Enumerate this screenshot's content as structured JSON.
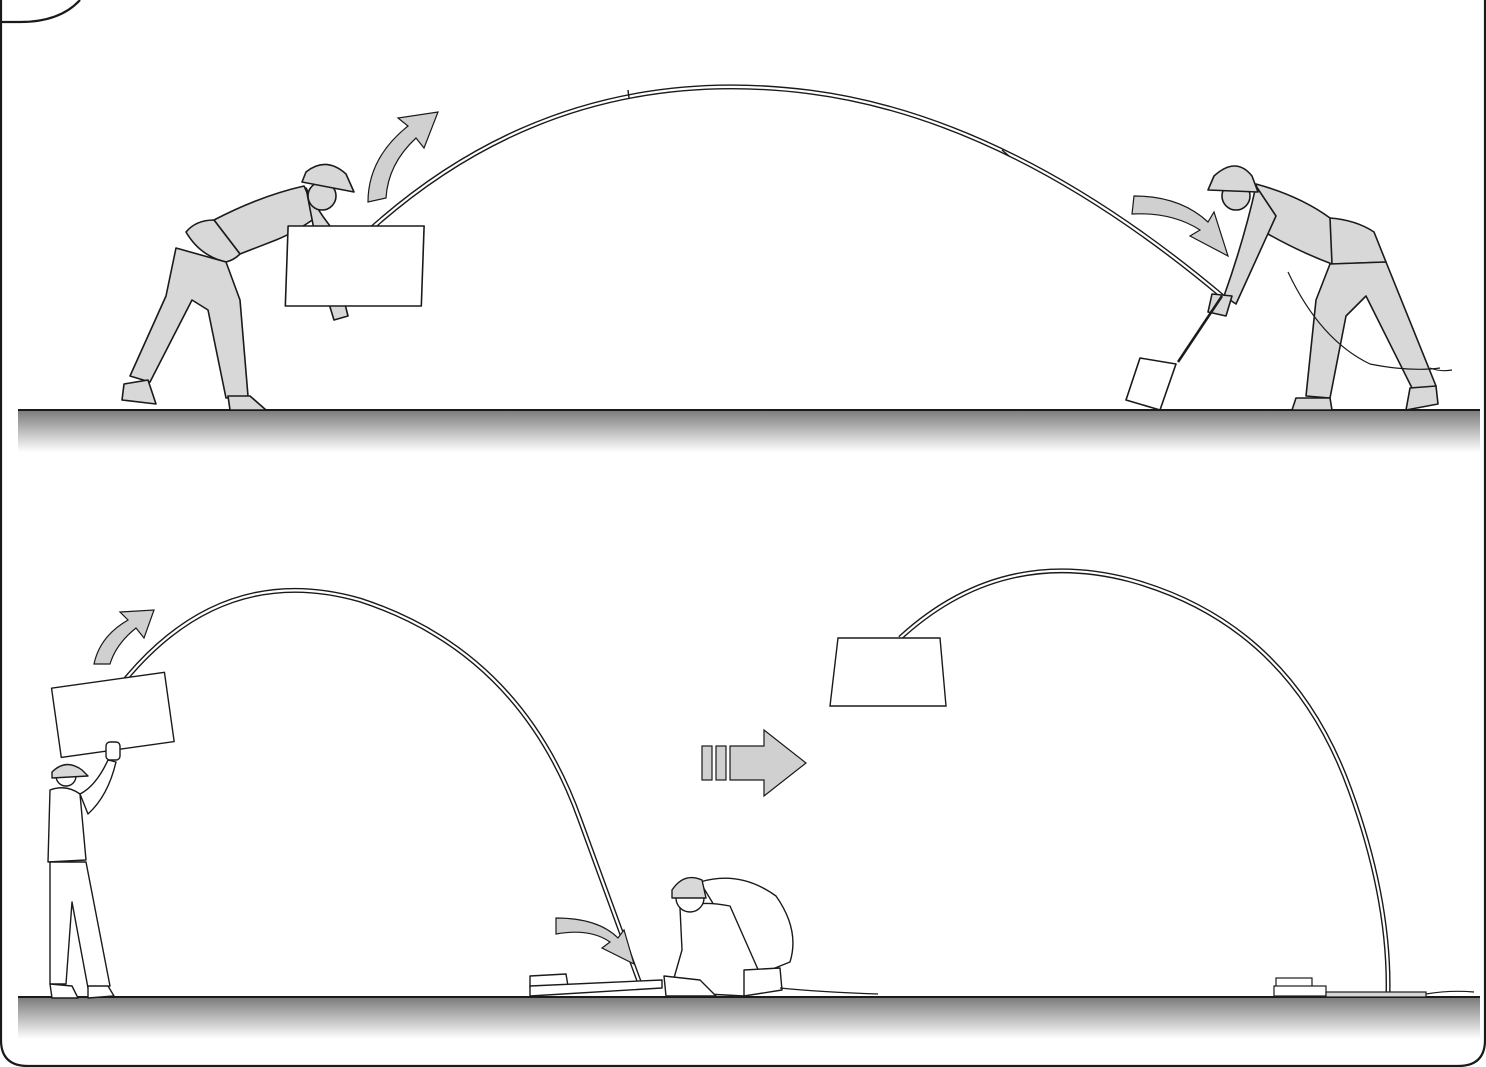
{
  "figure": {
    "colors": {
      "outline": "#1a1a1a",
      "worker_fill": "#d8d8d8",
      "arrow_fill": "#d0d0d0",
      "box_fill": "#ffffff",
      "ground_top": "#7a7a7a",
      "ground_fade": "#ffffff"
    },
    "panels": [
      {
        "name": "top-panel",
        "scene": "raising-pole-with-bag-and-anchoring",
        "workers": [
          "worker-carrying-bag",
          "worker-anchoring-pole"
        ],
        "arrows": [
          "lift-arrow",
          "push-arrow"
        ]
      },
      {
        "name": "bottom-panel",
        "scene": "lifting-bag-overhead-and-fixing-base",
        "workers": [
          "worker-lifting-overhead",
          "worker-crouching"
        ],
        "arrows": [
          "lift-arrow",
          "push-arrow",
          "next-step-arrow"
        ]
      }
    ],
    "icons": [
      "next-step-arrow-icon",
      "curved-arrow-icon",
      "hard-hat-icon"
    ]
  }
}
